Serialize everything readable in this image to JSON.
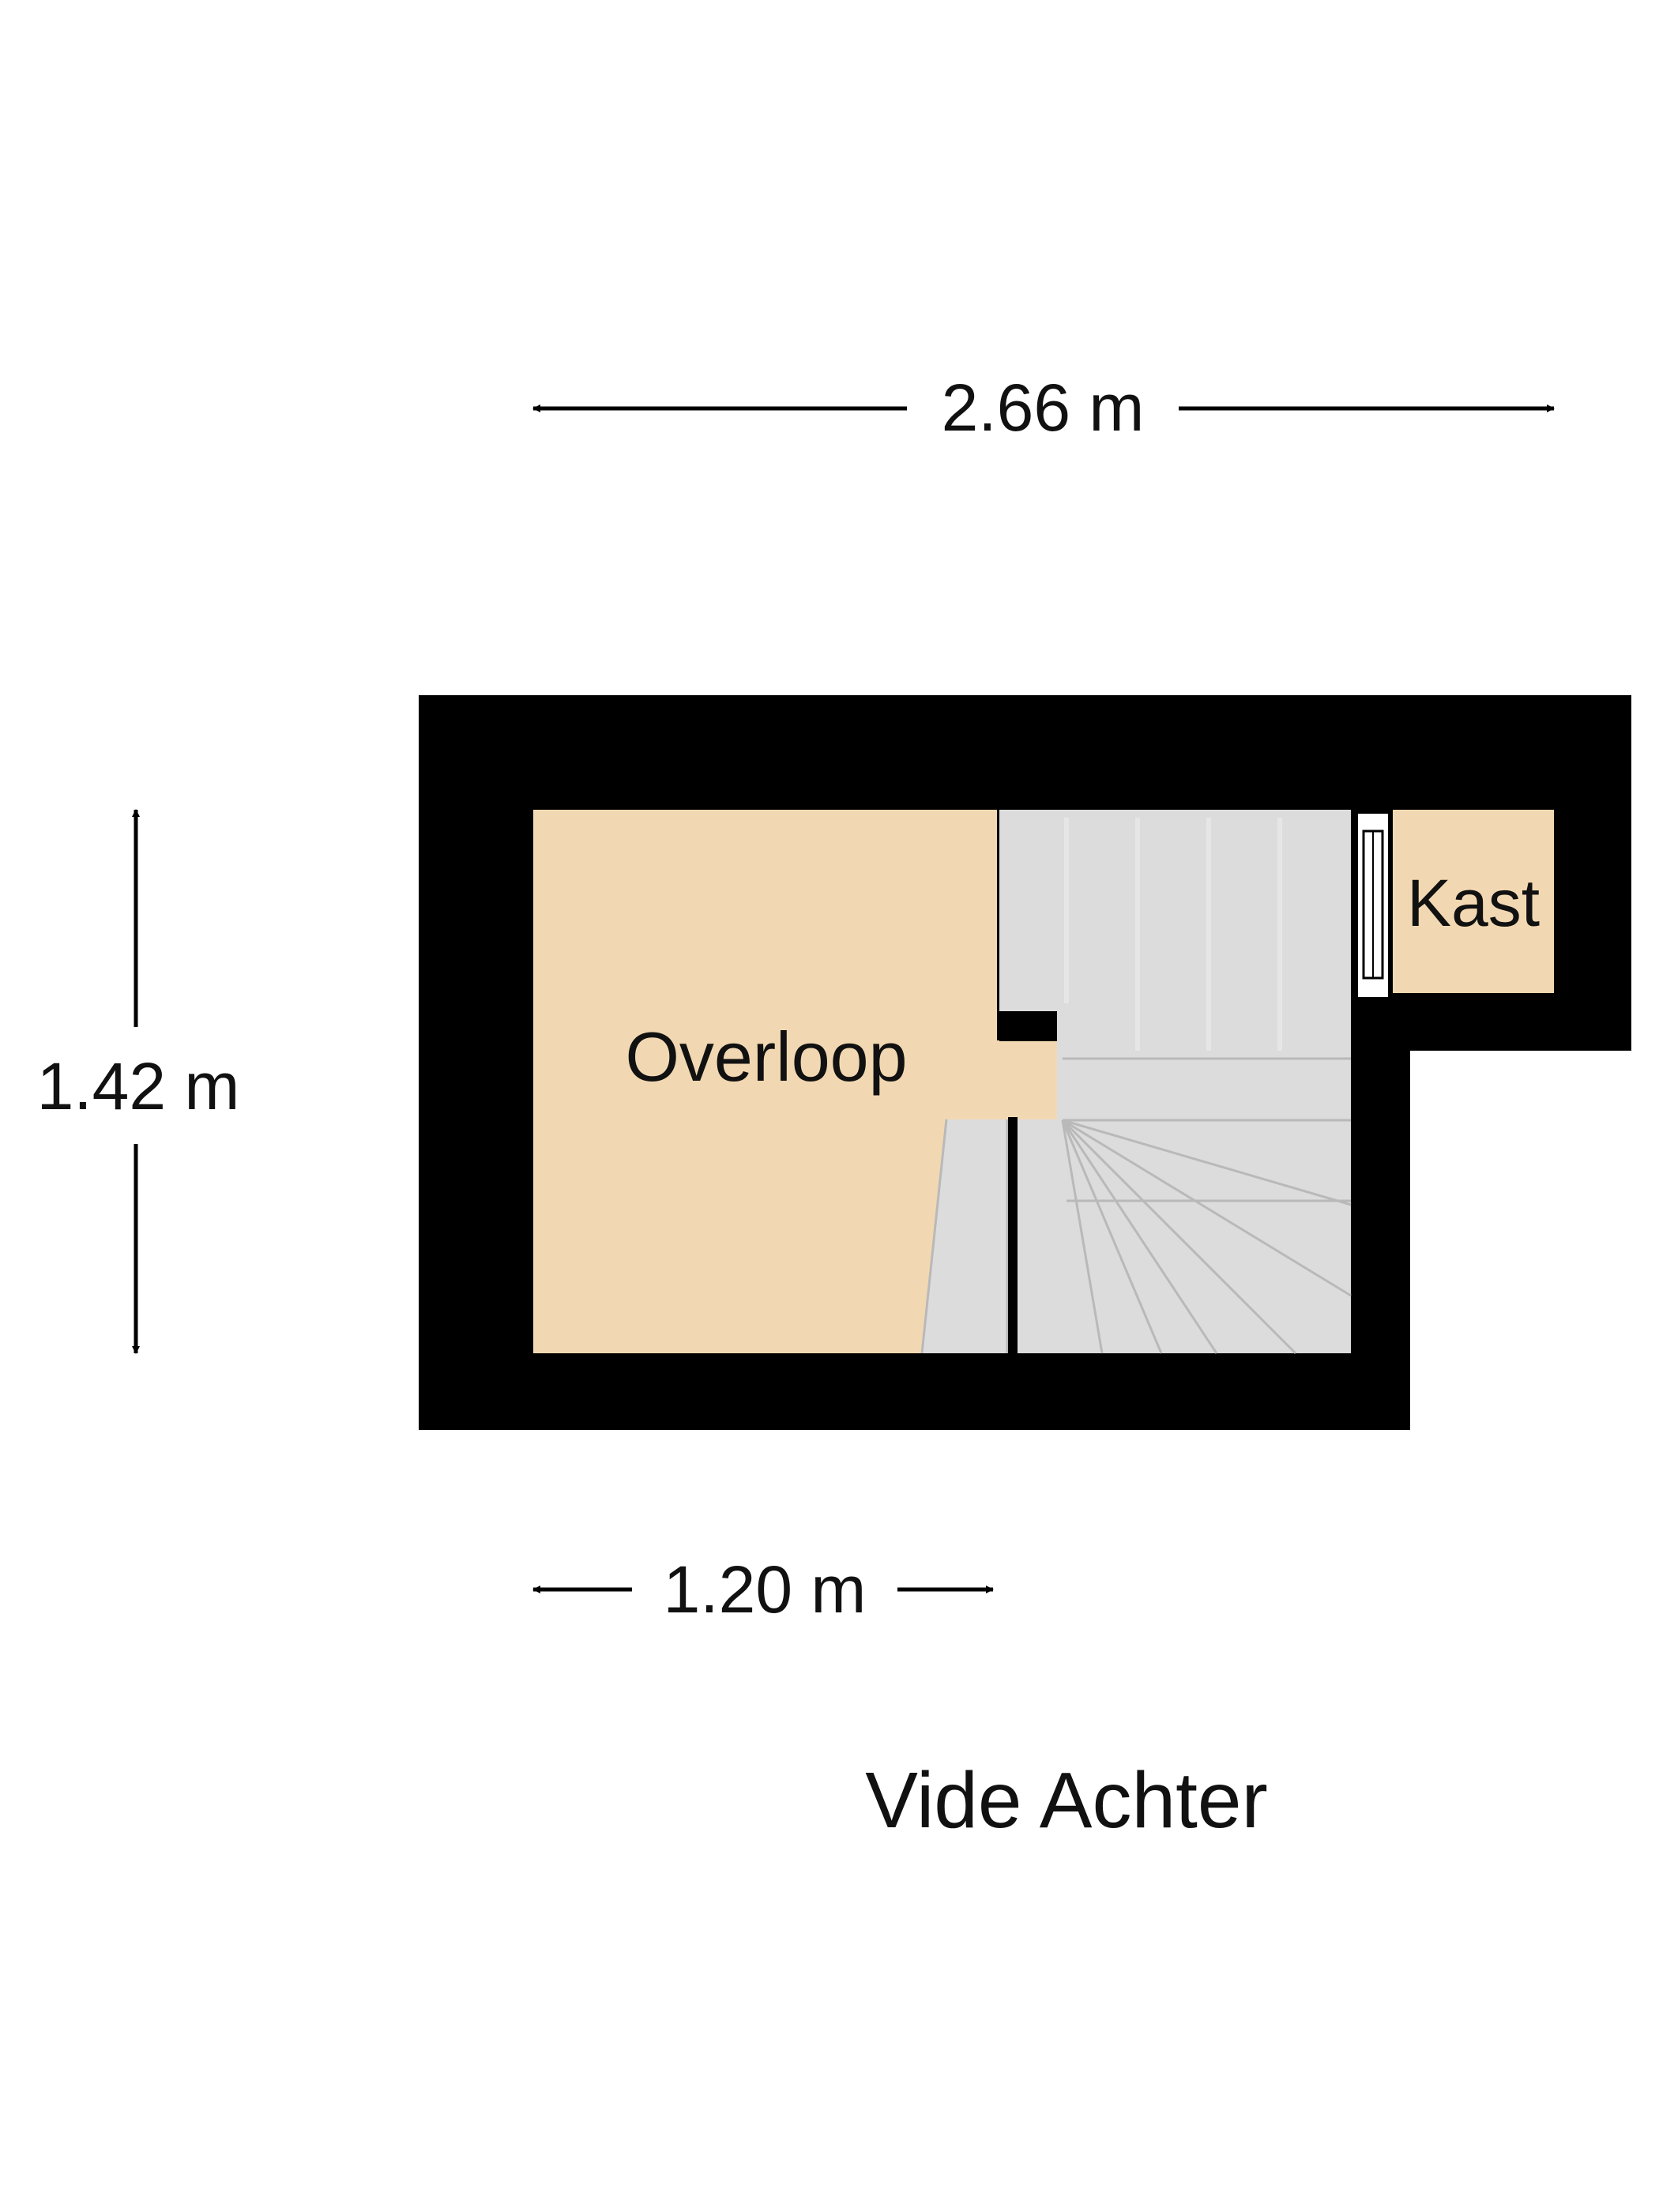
{
  "title": "Vide Achter",
  "rooms": {
    "overloop": "Overloop",
    "kast": "Kast"
  },
  "dimensions": {
    "top_width": "2.66 m",
    "left_height": "1.42 m",
    "bottom_width": "1.20 m"
  },
  "colors": {
    "wall": "#000000",
    "room_fill": "#f2d8b2",
    "stair_fill": "#dcdcdc",
    "stair_line": "#b4b4b4",
    "background": "#ffffff"
  }
}
